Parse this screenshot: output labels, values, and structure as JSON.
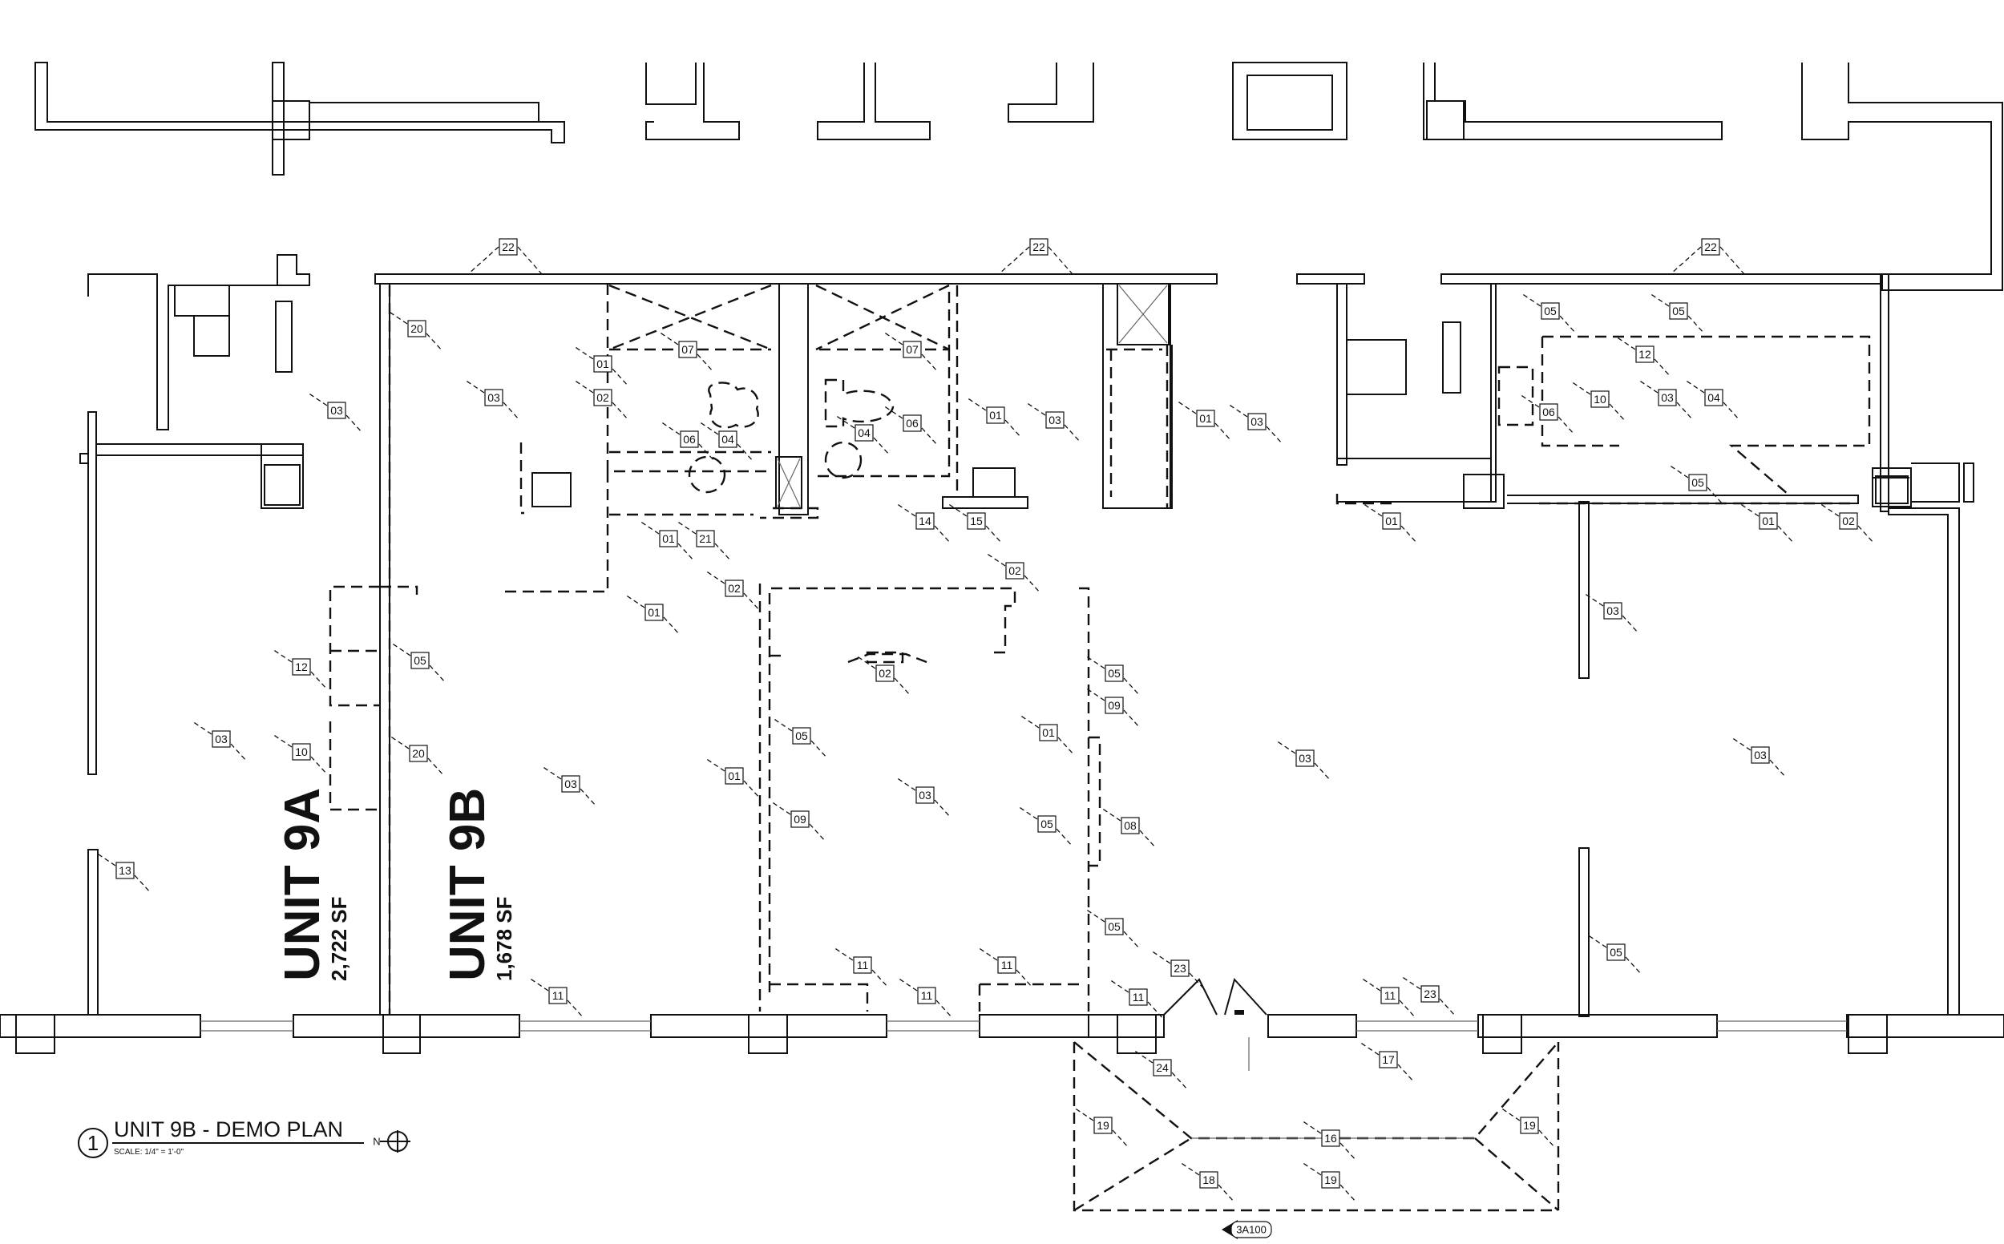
{
  "units": [
    {
      "name": "UNIT 9A",
      "area": "2,722 SF"
    },
    {
      "name": "UNIT 9B",
      "area": "1,678 SF"
    }
  ],
  "title_block": {
    "number": "1",
    "title": "UNIT 9B - DEMO PLAN",
    "scale": "SCALE:  1/4\" = 1'-0\"",
    "north": "N"
  },
  "section_marker": "3A100",
  "keynotes": [
    "22",
    "22",
    "22",
    "20",
    "03",
    "03",
    "07",
    "07",
    "01",
    "02",
    "06",
    "04",
    "04",
    "06",
    "01",
    "03",
    "01",
    "03",
    "05",
    "05",
    "12",
    "06",
    "10",
    "03",
    "04",
    "21",
    "01",
    "14",
    "15",
    "01",
    "05",
    "01",
    "02",
    "02",
    "02",
    "01",
    "02",
    "05",
    "12",
    "10",
    "03",
    "03",
    "05",
    "01",
    "09",
    "03",
    "05",
    "20",
    "01",
    "05",
    "09",
    "03",
    "03",
    "03",
    "05",
    "08",
    "05",
    "13",
    "11",
    "11",
    "11",
    "11",
    "11",
    "11",
    "23",
    "23",
    "24",
    "17",
    "19",
    "19",
    "16",
    "18",
    "19"
  ]
}
